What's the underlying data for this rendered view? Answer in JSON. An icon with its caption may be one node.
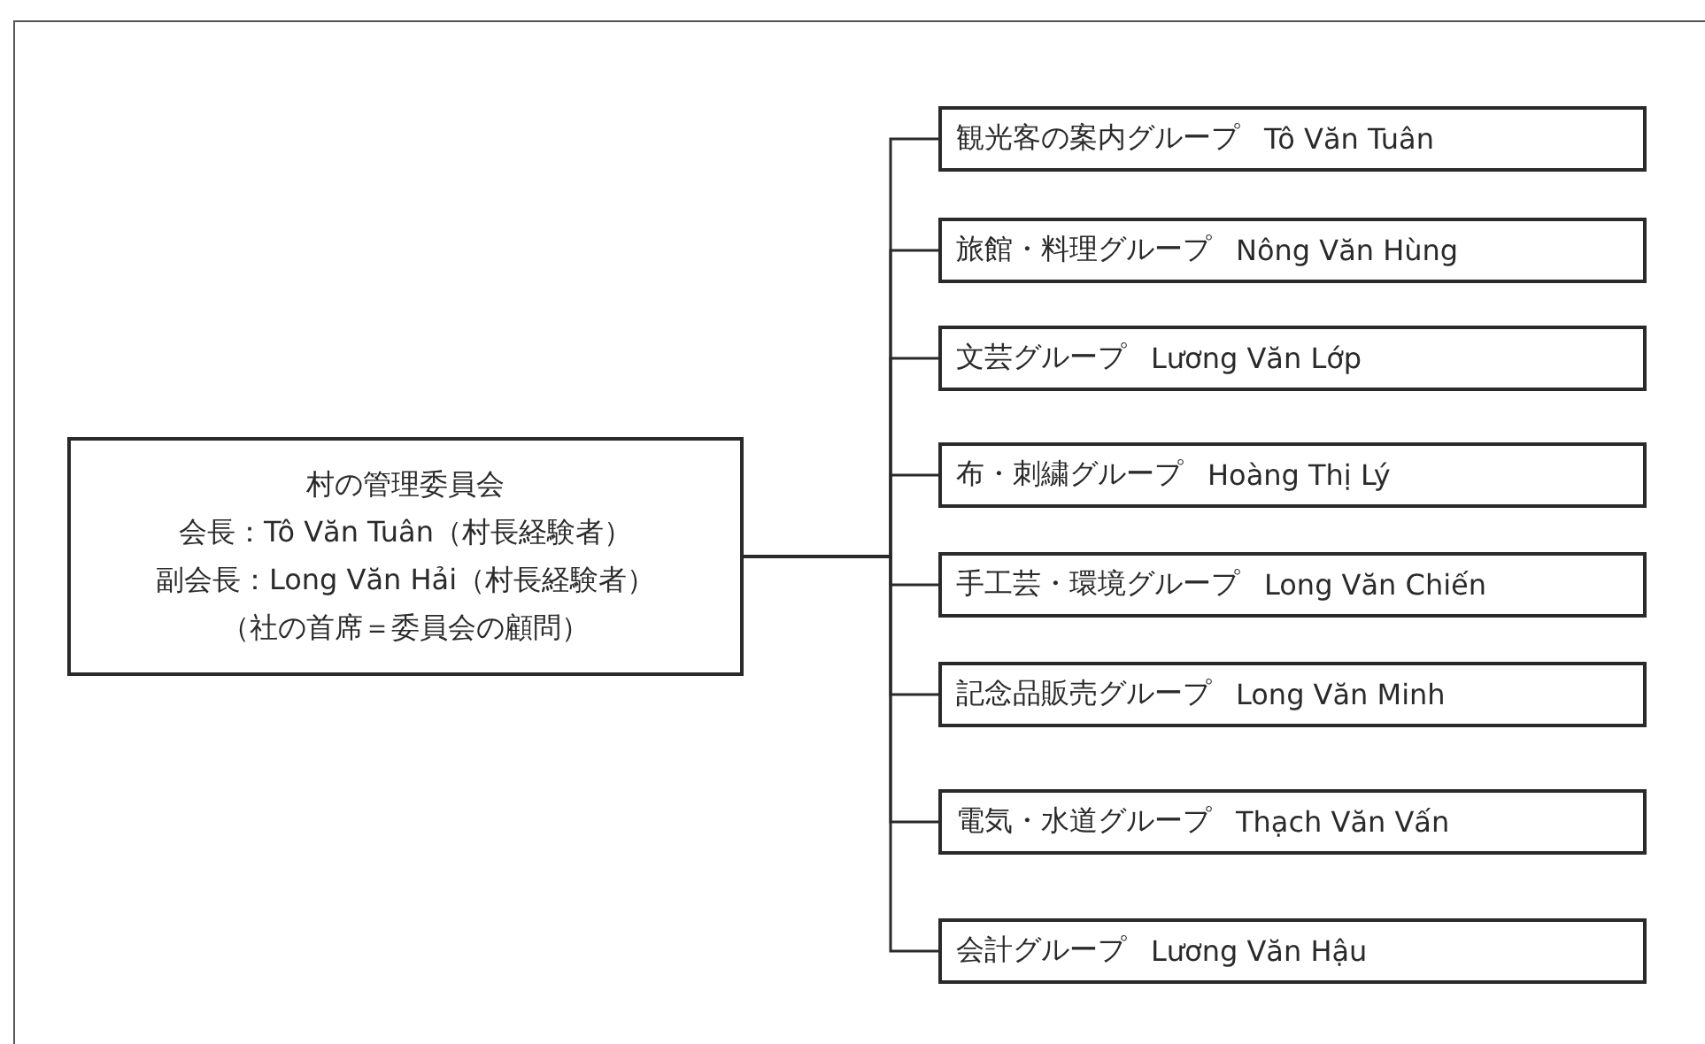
{
  "diagram": {
    "nodes": [
      {
        "text": [
          "村の管理委員会",
          "会長：Tô Văn Tuân（村長経験者）",
          "副会長：Long Văn Hải（村長経験者）",
          "（社の首席＝委員会の顧問）"
        ]
      },
      {
        "text": [
          "観光客の案内グループ",
          "Tô Văn Tuân"
        ]
      },
      {
        "text": [
          "旅館・料理グループ",
          "Nông Văn Hùng"
        ]
      },
      {
        "text": [
          "文芸グループ",
          "Lương Văn Lớp"
        ]
      },
      {
        "text": [
          "布・刺繍グループ",
          "Hoàng Thị Lý"
        ]
      },
      {
        "text": [
          "手工芸・環境グループ",
          "Long Văn Chiến"
        ]
      },
      {
        "text": [
          "記念品販売グループ",
          "Long Văn Minh"
        ]
      },
      {
        "text": [
          "電気・水道グループ",
          "Thạch Văn Vấn"
        ]
      },
      {
        "text": [
          "会計グループ",
          "Lương Văn Hậu"
        ]
      }
    ],
    "edges": [
      {
        "from": 0,
        "to": 1,
        "arrow": "none"
      },
      {
        "from": 0,
        "to": 2,
        "arrow": "none"
      },
      {
        "from": 0,
        "to": 3,
        "arrow": "none"
      },
      {
        "from": 0,
        "to": 4,
        "arrow": "none"
      },
      {
        "from": 0,
        "to": 5,
        "arrow": "none"
      },
      {
        "from": 0,
        "to": 6,
        "arrow": "none"
      },
      {
        "from": 0,
        "to": 7,
        "arrow": "none"
      },
      {
        "from": 0,
        "to": 8,
        "arrow": "none"
      }
    ]
  }
}
